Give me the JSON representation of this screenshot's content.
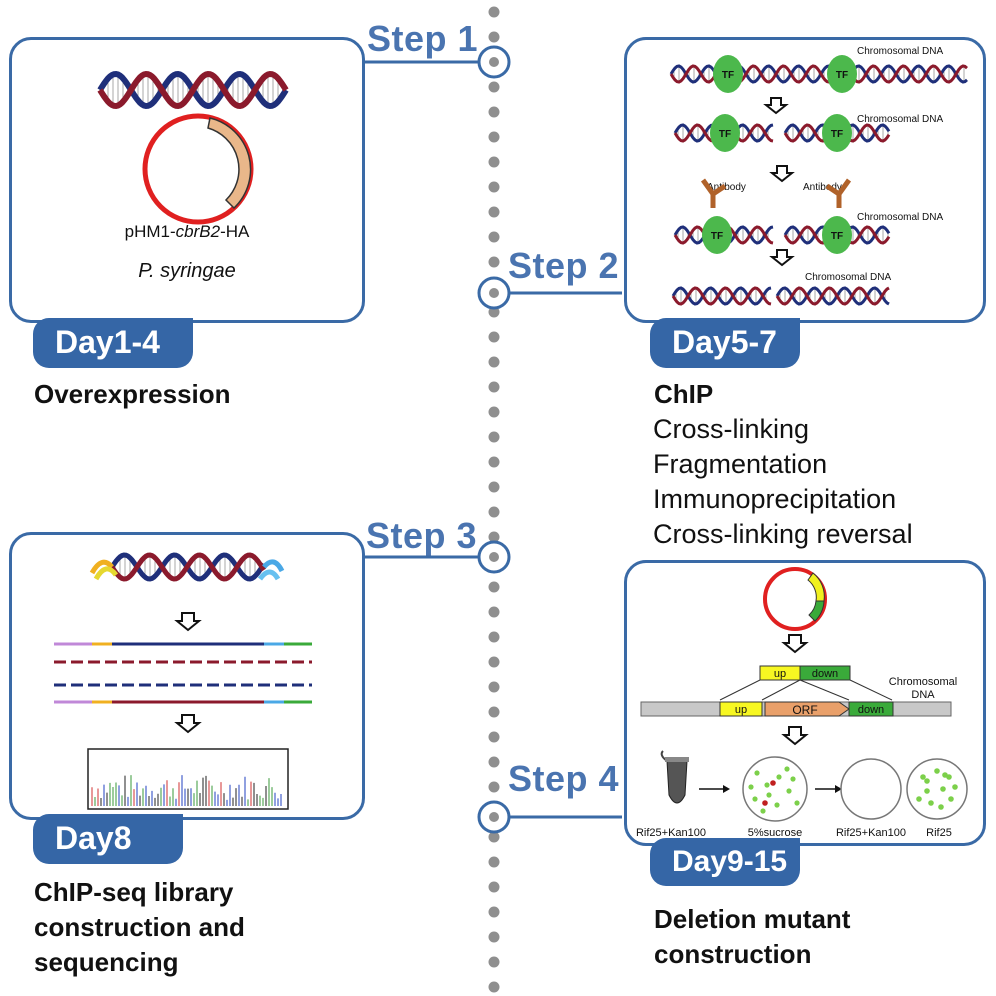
{
  "steps": [
    "Step 1",
    "Step 2",
    "Step 3",
    "Step 4"
  ],
  "panel1": {
    "plasmid_label_prefix": "pHM1-",
    "plasmid_label_gene": "cbrB2",
    "plasmid_label_suffix": "-HA",
    "organism": "P. syringae",
    "day": "Day1-4",
    "title": "Overexpression"
  },
  "panel2": {
    "tf_label": "TF",
    "chromosomal_dna": "Chromosomal  DNA",
    "antibody": "Antibody",
    "day": "Day5-7",
    "title": "ChIP",
    "substeps": [
      "Cross-linking",
      "Fragmentation",
      "Immunoprecipitation",
      "Cross-linking reversal"
    ]
  },
  "panel3": {
    "day": "Day8",
    "title_lines": [
      "ChIP-seq library",
      "construction and",
      "sequencing"
    ]
  },
  "panel4": {
    "up": "up",
    "down": "down",
    "orf": "ORF",
    "chromosomal": "Chromosomal",
    "dna": "DNA",
    "plate_labels": [
      "Rif25+Kan100",
      "5%sucrose",
      "Rif25+Kan100",
      "Rif25"
    ],
    "day": "Day9-15",
    "title_lines": [
      "Deletion mutant",
      "construction"
    ]
  },
  "colors": {
    "accent_blue": "#3566a6",
    "step_text": "#4a74b0",
    "dna_red": "#8b1a2c",
    "dna_blue": "#1f2f7a",
    "tf_green": "#4cb84c",
    "plasmid_red": "#e02020",
    "insert_orange": "#e9b78a",
    "antibody_brown": "#b0622a",
    "timeline_gray": "#8f8f8f"
  }
}
